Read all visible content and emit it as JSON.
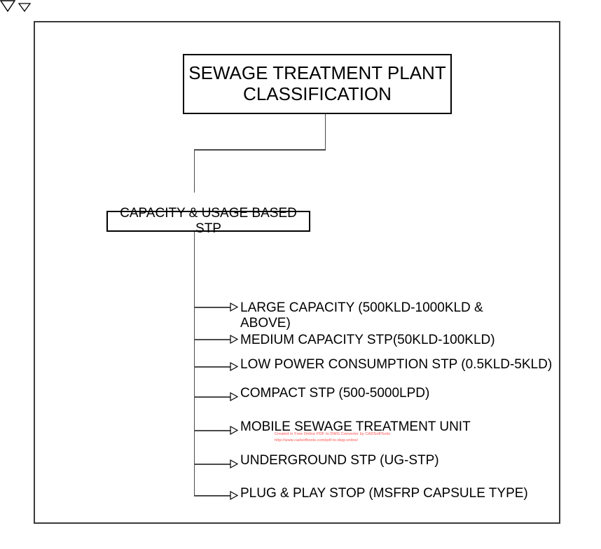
{
  "diagram": {
    "root": {
      "label": "SEWAGE TREATMENT PLANT CLASSIFICATION"
    },
    "category": {
      "label": "CAPACITY & USAGE BASED STP"
    },
    "leaves": [
      {
        "label": "LARGE CAPACITY (500KLD-1000KLD &\nABOVE)"
      },
      {
        "label": "MEDIUM CAPACITY STP(50KLD-100KLD)"
      },
      {
        "label": "LOW POWER CONSUMPTION STP (0.5KLD-5KLD)"
      },
      {
        "label": "COMPACT STP (500-5000LPD)"
      },
      {
        "label": "MOBILE SEWAGE TREATMENT UNIT"
      },
      {
        "label": "UNDERGROUND STP (UG-STP)"
      },
      {
        "label": "PLUG & PLAY STOP (MSFRP CAPSULE TYPE)"
      }
    ]
  },
  "watermark": {
    "text": "Created in Free Online PDF to DWG Converter by CADSoftTools\nhttp://www.cadsofttools.com/pdf-to-dwg-online/",
    "color": "#ff4d4d"
  },
  "style": {
    "background": "#ffffff",
    "frame_color": "#3a3a3c",
    "box_border_color": "#000000",
    "connector_color": "#4a4a4c",
    "text_color": "#000000"
  }
}
